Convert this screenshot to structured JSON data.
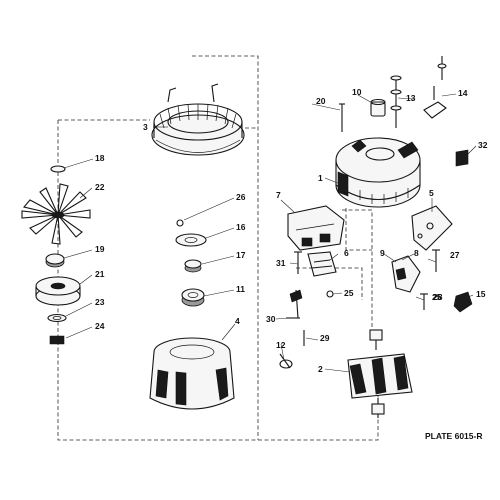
{
  "plate_label": "PLATE 6015-R",
  "callouts": {
    "c1": "1",
    "c2": "2",
    "c3": "3",
    "c4": "4",
    "c5": "5",
    "c6": "6",
    "c7": "7",
    "c8": "8",
    "c9": "9",
    "c10": "10",
    "c11": "11",
    "c12": "12",
    "c13": "13",
    "c14": "14",
    "c15": "15",
    "c16": "16",
    "c17": "17",
    "c18": "18",
    "c19": "19",
    "c20": "20",
    "c21": "21",
    "c22": "22",
    "c23": "23",
    "c24": "24",
    "c25a": "25",
    "c25b": "25",
    "c26": "26",
    "c27": "27",
    "c28": "28",
    "c29": "29",
    "c30": "30",
    "c31": "31",
    "c32": "32"
  }
}
